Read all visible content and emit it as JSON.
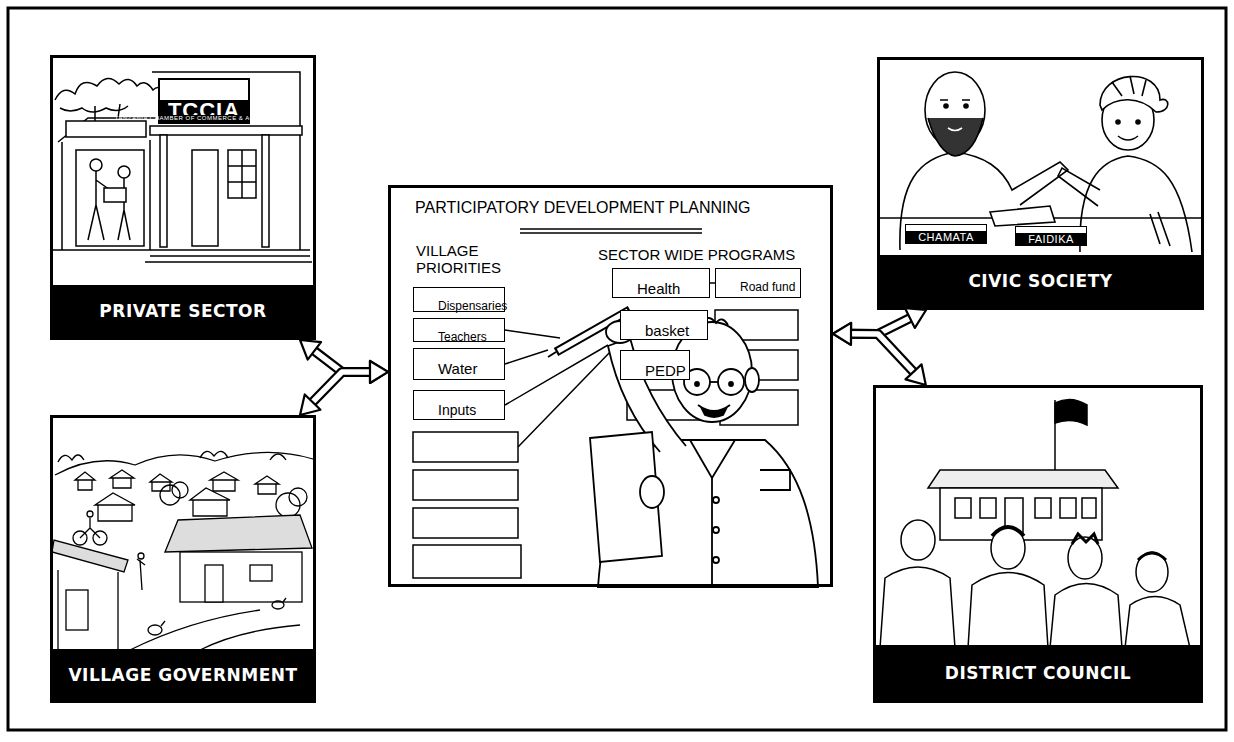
{
  "diagram": {
    "nodes": [
      {
        "text": [
          "PRIVATE SECTOR"
        ]
      },
      {
        "text": [
          "TCCIA",
          "TANZANIA CHAMBER OF COMMERCE & AGRICULTURE"
        ],
        "in": 0
      },
      {
        "text": [
          "VILLAGE GOVERNMENT"
        ]
      },
      {
        "text": [
          "PARTICIPATORY DEVELOPMENT PLANNING"
        ]
      },
      {
        "text": [
          "Dispensaries"
        ],
        "in": 3
      },
      {
        "text": [
          "Health"
        ],
        "in": 3
      },
      {
        "text": [
          "Road fund"
        ],
        "in": 3
      },
      {
        "text": [
          "Teachers"
        ],
        "in": 3
      },
      {
        "text": [
          "basket"
        ],
        "in": 3
      },
      {
        "text": [
          "Water"
        ],
        "in": 3
      },
      {
        "text": [
          "PEDP"
        ],
        "in": 3
      },
      {
        "text": [
          "Inputs"
        ],
        "in": 3
      },
      {
        "text": [
          "CIVIC SOCIETY"
        ]
      },
      {
        "text": [
          "CHAMATA"
        ],
        "in": 12
      },
      {
        "text": [
          "FAIDIKA"
        ],
        "in": 12
      },
      {
        "text": [
          "DISTRICT COUNCIL"
        ]
      }
    ],
    "edges": [
      {
        "from": 3,
        "to": 0,
        "arrow": "both"
      },
      {
        "from": 3,
        "to": 2,
        "arrow": "both"
      },
      {
        "from": 3,
        "to": 12,
        "arrow": "both"
      },
      {
        "from": 3,
        "to": 15,
        "arrow": "both"
      }
    ],
    "labels": [
      "VILLAGE PRIORITIES",
      "SECTOR WIDE PROGRAMS"
    ]
  }
}
